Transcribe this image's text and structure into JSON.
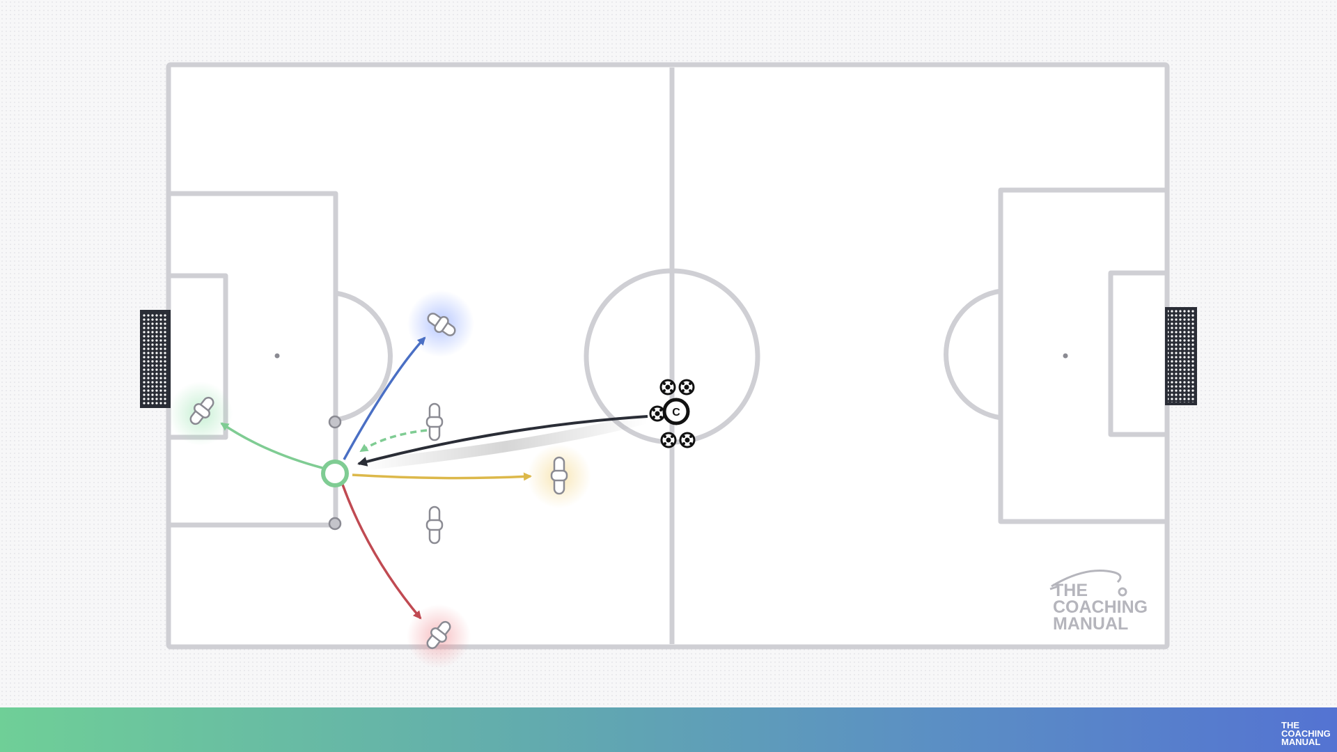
{
  "diagram": {
    "type": "soccer-drill",
    "pitch_line_color": "#cfcfd4",
    "coach_label": "C",
    "pass_colors": {
      "green": "#7fcc93",
      "blue": "#4a6fc4",
      "yellow": "#dcb84a",
      "red": "#c04a52",
      "dark": "#2a2d36"
    }
  },
  "branding": {
    "logo_lines": [
      "THE",
      "COACHING",
      "MANUAL"
    ],
    "footer_logo_lines": [
      "THE",
      "COACHING",
      "MANUAL"
    ],
    "footer_gradient": [
      "#6fcf97",
      "#5473d2"
    ]
  }
}
